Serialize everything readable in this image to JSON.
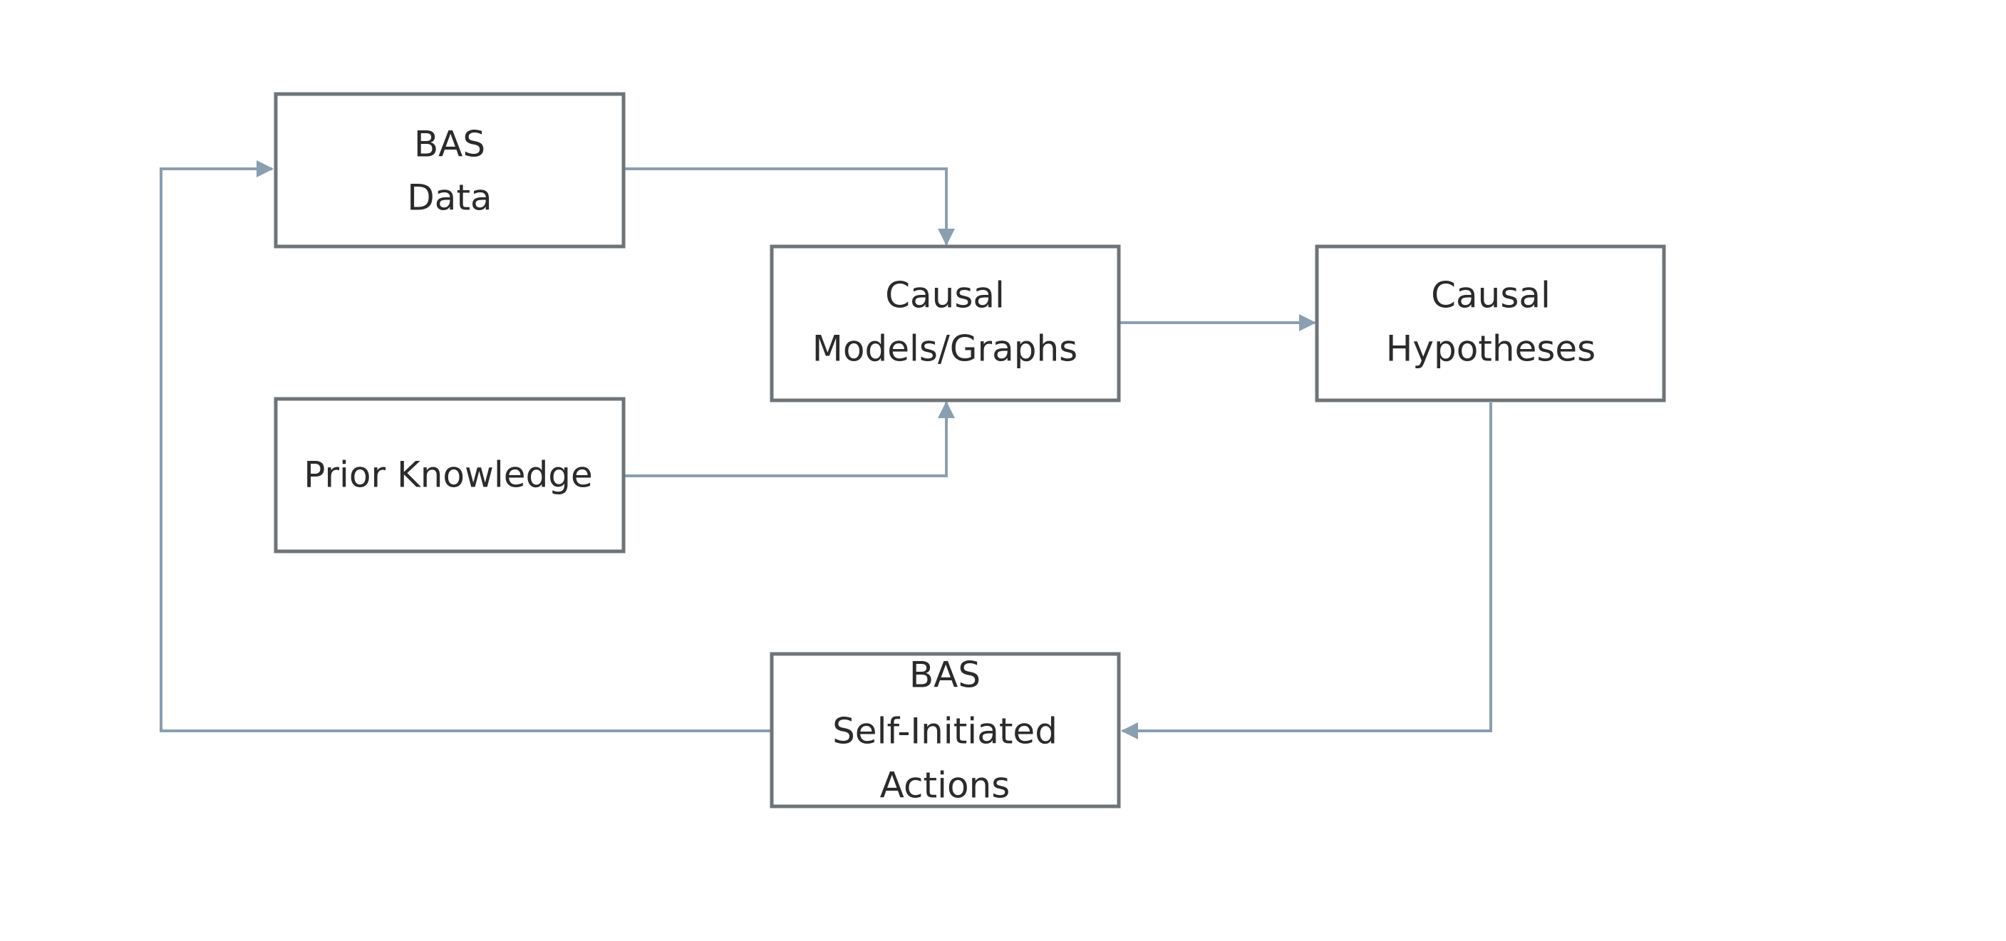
{
  "nodes": {
    "bas_data": {
      "lines": [
        "BAS",
        "Data"
      ]
    },
    "prior_knowledge": {
      "lines": [
        "Prior Knowledge"
      ]
    },
    "causal_models": {
      "lines": [
        "Causal",
        "Models/Graphs"
      ]
    },
    "causal_hypotheses": {
      "lines": [
        "Causal",
        "Hypotheses"
      ]
    },
    "bas_actions": {
      "lines": [
        "BAS",
        "Self-Initiated",
        "Actions"
      ]
    }
  },
  "colors": {
    "box_border": "#6e7478",
    "connector": "#8a9fb0",
    "text": "#2b2b2b",
    "background": "#ffffff"
  }
}
